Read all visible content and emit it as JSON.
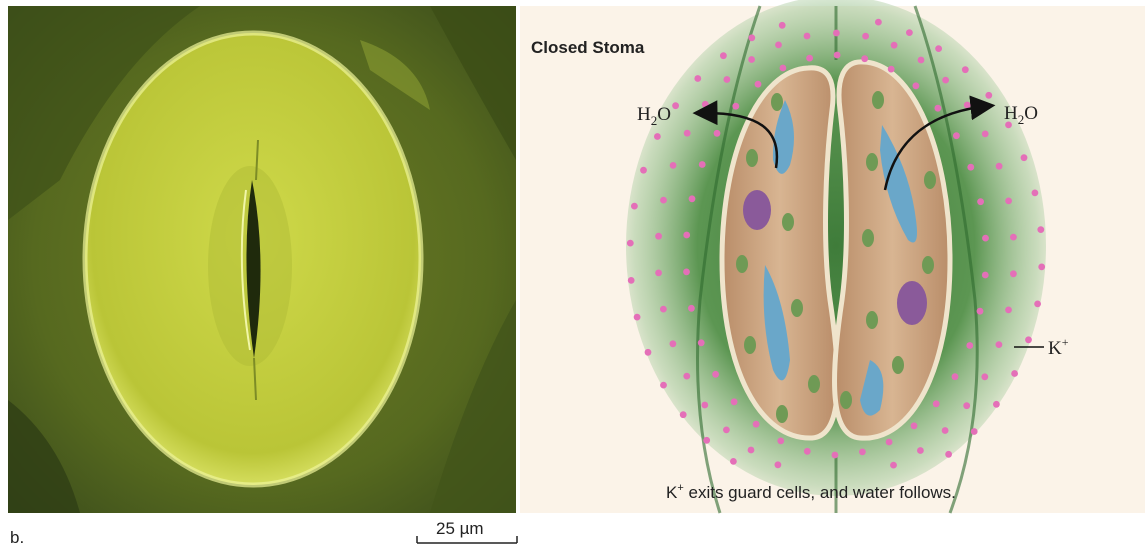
{
  "panel_label": "b.",
  "scale_bar": {
    "label": "25 µm"
  },
  "diagram": {
    "title": "Closed Stoma",
    "water_label_left": {
      "base": "H",
      "sub": "2",
      "tail": "O"
    },
    "water_label_right": {
      "base": "H",
      "sub": "2",
      "tail": "O"
    },
    "ion_label": {
      "base": "K",
      "sup": "+"
    },
    "caption": {
      "ion": "K",
      "sup": "+",
      "rest": " exits guard cells, and water follows."
    }
  },
  "colors": {
    "micrograph_bg": "#4a5a1a",
    "micrograph_cell": "#c8d23a",
    "leaf_green": "#4f8a45",
    "guard_cell_fill": "#c9a27e",
    "guard_cell_outline": "#ede3cc",
    "vacuole_blue": "#6aa7c9",
    "nucleus_purple": "#8a5a9a",
    "chloroplast_green": "#6f9a55",
    "ion_pink": "#e46fb8",
    "arrow": "#111111"
  }
}
